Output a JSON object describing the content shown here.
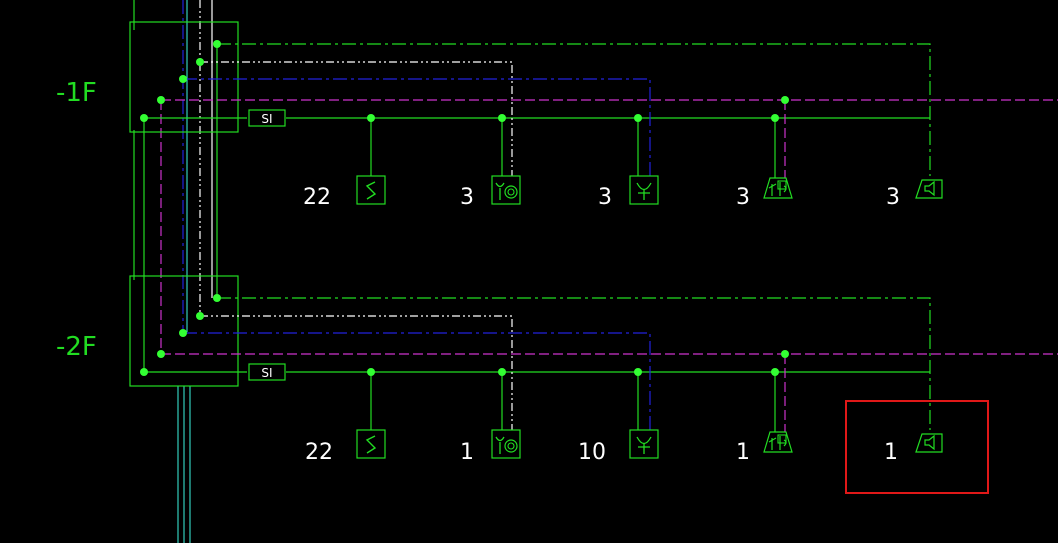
{
  "colors": {
    "background": "#000000",
    "green": "#22dd22",
    "bright_green": "#33ff33",
    "white": "#ffffff",
    "blue": "#2222dd",
    "magenta": "#cc33cc",
    "cyan": "#33ccbb",
    "highlight": "#e01818"
  },
  "floors": [
    {
      "label": "-1F",
      "si_label": "SI",
      "devices": [
        {
          "icon": "smoke-detector-icon",
          "count": "22"
        },
        {
          "icon": "fire-alarm-button-icon",
          "count": "3"
        },
        {
          "icon": "hydrant-button-icon",
          "count": "3"
        },
        {
          "icon": "io-module-icon",
          "count": "3"
        },
        {
          "icon": "speaker-icon",
          "count": "3"
        }
      ]
    },
    {
      "label": "-2F",
      "si_label": "SI",
      "devices": [
        {
          "icon": "smoke-detector-icon",
          "count": "22"
        },
        {
          "icon": "fire-alarm-button-icon",
          "count": "1"
        },
        {
          "icon": "hydrant-button-icon",
          "count": "10"
        },
        {
          "icon": "io-module-icon",
          "count": "1"
        },
        {
          "icon": "speaker-icon",
          "count": "1",
          "highlighted": true
        }
      ]
    }
  ]
}
